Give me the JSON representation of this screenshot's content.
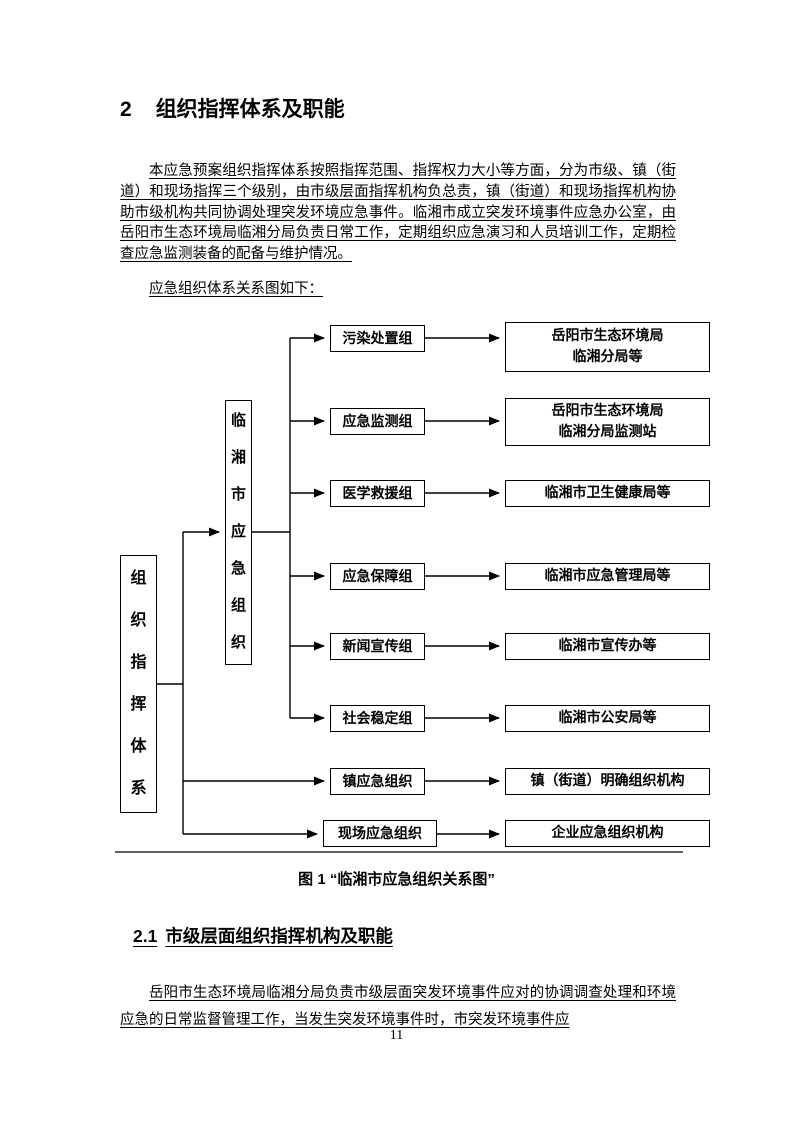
{
  "page": {
    "number": "11"
  },
  "heading": {
    "number": "2",
    "title": "组织指挥体系及职能"
  },
  "paragraphs": {
    "intro": "本应急预案组织指挥体系按照指挥范围、指挥权力大小等方面，分为市级、镇（街道）和现场指挥三个级别，由市级层面指挥机构负总责，镇（街道）和现场指挥机构协助市级机构共同协调处理突发环境应急事件。临湘市成立突发环境事件应急办公室，由岳阳市生态环境局临湘分局负责日常工作，定期组织应急演习和人员培训工作，定期检查应急监测装备的配备与维护情况。",
    "diagram_lead": "应急组织体系关系图如下："
  },
  "diagram": {
    "root_label": "组\n织\n指\n挥\n体\n系",
    "hub_label": "临\n湘\n市\n应\n急\n组\n织",
    "rows": [
      {
        "group": "污染处置组",
        "target": "岳阳市生态环境局\n临湘分局等"
      },
      {
        "group": "应急监测组",
        "target": "岳阳市生态环境局\n临湘分局监测站"
      },
      {
        "group": "医学救援组",
        "target": "临湘市卫生健康局等"
      },
      {
        "group": "应急保障组",
        "target": "临湘市应急管理局等"
      },
      {
        "group": "新闻宣传组",
        "target": "临湘市宣传办等"
      },
      {
        "group": "社会稳定组",
        "target": "临湘市公安局等"
      },
      {
        "group": "镇应急组织",
        "target": "镇（街道）明确组织机构"
      },
      {
        "group": "现场应急组织",
        "target": "企业应急组织机构"
      }
    ],
    "caption": "图 1 “临湘市应急组织关系图”"
  },
  "section": {
    "number": "2.1",
    "title": "市级层面组织指挥机构及职能",
    "body": "岳阳市生态环境局临湘分局负责市级层面突发环境事件应对的协调调查处理和环境应急的日常监督管理工作，当发生突发环境事件时，市突发环境事件应"
  }
}
